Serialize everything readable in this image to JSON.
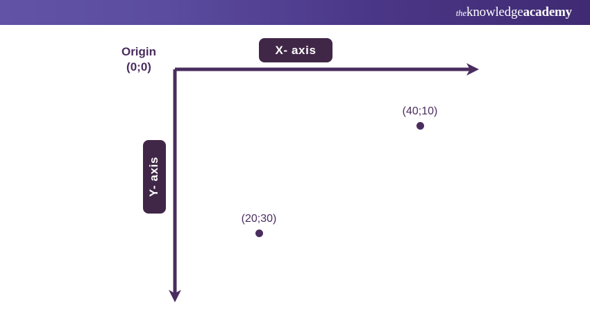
{
  "header": {
    "brand": {
      "the": "the",
      "knowledge": "knowledge",
      "academy": "academy"
    }
  },
  "diagram": {
    "origin": {
      "title": "Origin",
      "coords": "(0;0)"
    },
    "x_axis_label": "X- axis",
    "y_axis_label": "Y- axis",
    "points": [
      {
        "label": "(40;10)",
        "x": 40,
        "y": 10
      },
      {
        "label": "(20;30)",
        "x": 20,
        "y": 30
      }
    ],
    "colors": {
      "axis": "#4a2d5f",
      "pill_background": "#412747",
      "pill_text": "#ffffff",
      "header_gradient_start": "#6253a6",
      "header_gradient_end": "#3f2a73"
    }
  },
  "chart_data": {
    "type": "scatter",
    "title": "",
    "xlabel": "X- axis",
    "ylabel": "Y- axis",
    "origin_label": "Origin (0;0)",
    "x": [
      40,
      20
    ],
    "y": [
      10,
      30
    ],
    "point_labels": [
      "(40;10)",
      "(20;30)"
    ],
    "axis_direction": {
      "x": "right",
      "y": "down"
    },
    "grid": false,
    "legend": "none",
    "xlim": [
      0,
      50
    ],
    "ylim": [
      0,
      40
    ]
  }
}
